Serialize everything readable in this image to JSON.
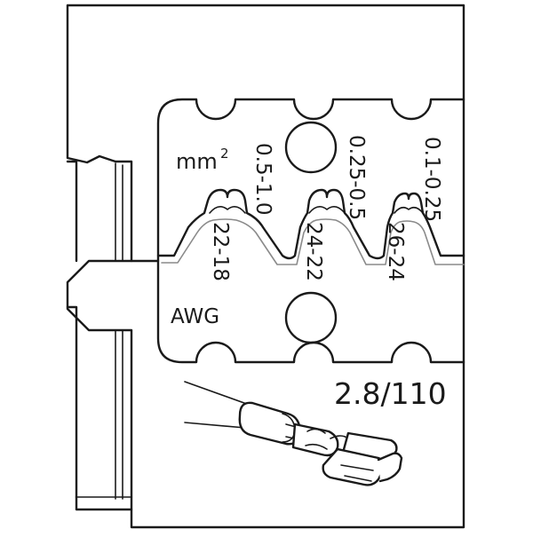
{
  "die_labels": {
    "unit_metric_base": "mm",
    "unit_metric_exp": "2",
    "unit_awg": "AWG",
    "terminal_size": "2.8/110"
  },
  "crimp_cavities": [
    {
      "mm2": "0.5-1.0",
      "awg": "22-18"
    },
    {
      "mm2": "0.25-0.5",
      "awg": "24-22"
    },
    {
      "mm2": "0.1-0.25",
      "awg": "26-24"
    }
  ]
}
